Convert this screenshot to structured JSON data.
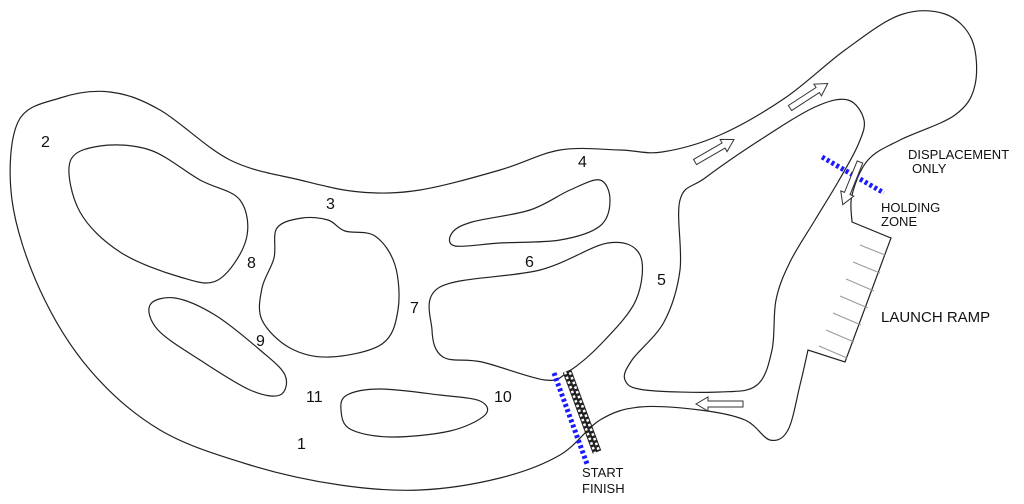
{
  "turns": [
    "1",
    "2",
    "3",
    "4",
    "5",
    "6",
    "7",
    "8",
    "9",
    "10",
    "11"
  ],
  "labels": {
    "start": "START",
    "finish": "FINISH",
    "displacement_1": "DISPLACEMENT",
    "displacement_2": "ONLY",
    "holding_1": "HOLDING",
    "holding_2": "ZONE",
    "launch_ramp": "LAUNCH RAMP"
  },
  "colors": {
    "line": "#222222",
    "blue": "#1a1aff",
    "checker": "#222222"
  }
}
